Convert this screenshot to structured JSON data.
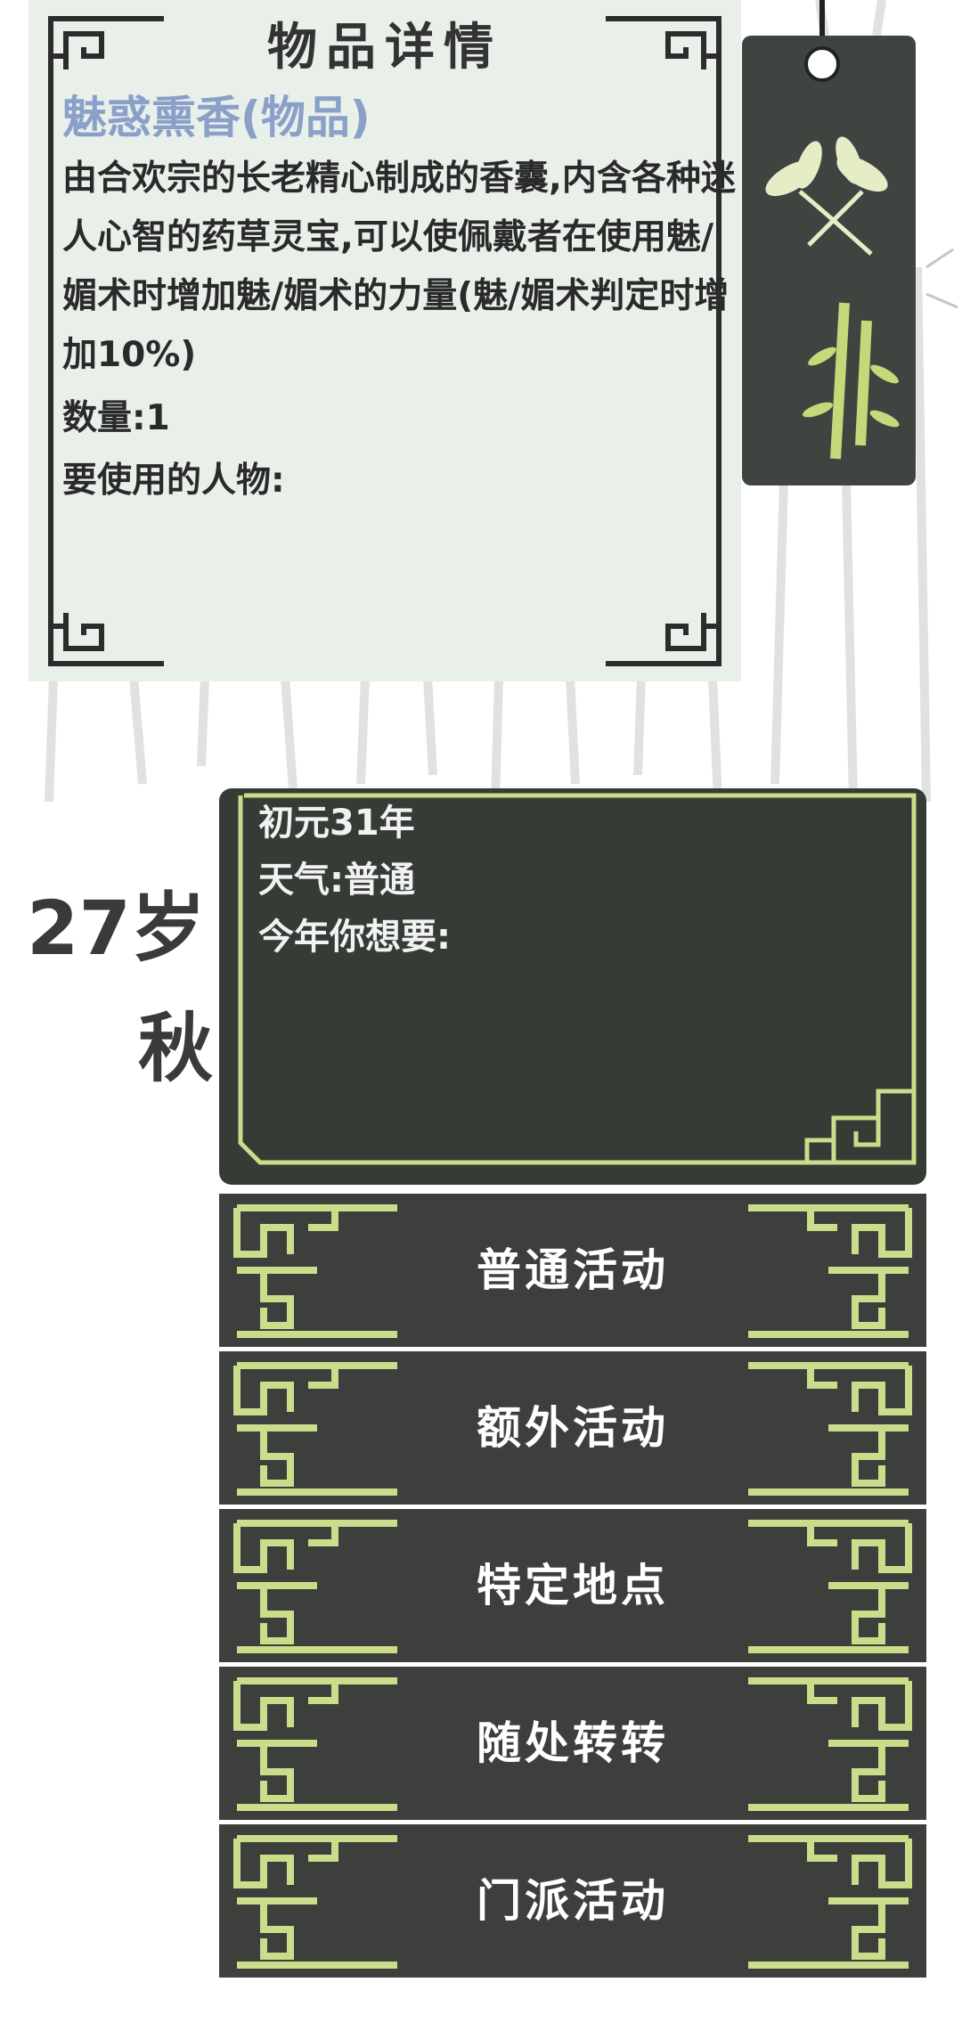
{
  "item_detail": {
    "title": "物品详情",
    "name": "魅惑熏香(物品)",
    "description": "由合欢宗的长老精心制成的香囊,内含各种迷人心智的药草灵宝,可以使佩戴者在使用魅/媚术时增加魅/媚术的力量(魅/媚术判定时增加10%)",
    "quantity": "数量:1",
    "user_prompt": "要使用的人物:"
  },
  "status": {
    "age": "27岁",
    "season": "秋"
  },
  "info": {
    "year": "初元31年",
    "weather": "天气:普通",
    "prompt": "今年你想要:"
  },
  "menu": [
    {
      "label": "普通活动"
    },
    {
      "label": "额外活动"
    },
    {
      "label": "特定地点"
    },
    {
      "label": "随处转转"
    },
    {
      "label": "门派活动"
    }
  ],
  "colors": {
    "panel_bg": "#e9efe9",
    "item_name": "#8aa0c8",
    "dark_panel": "#353c36",
    "button_bg": "#3d3f3d",
    "ornament": "#cbdc8a"
  }
}
